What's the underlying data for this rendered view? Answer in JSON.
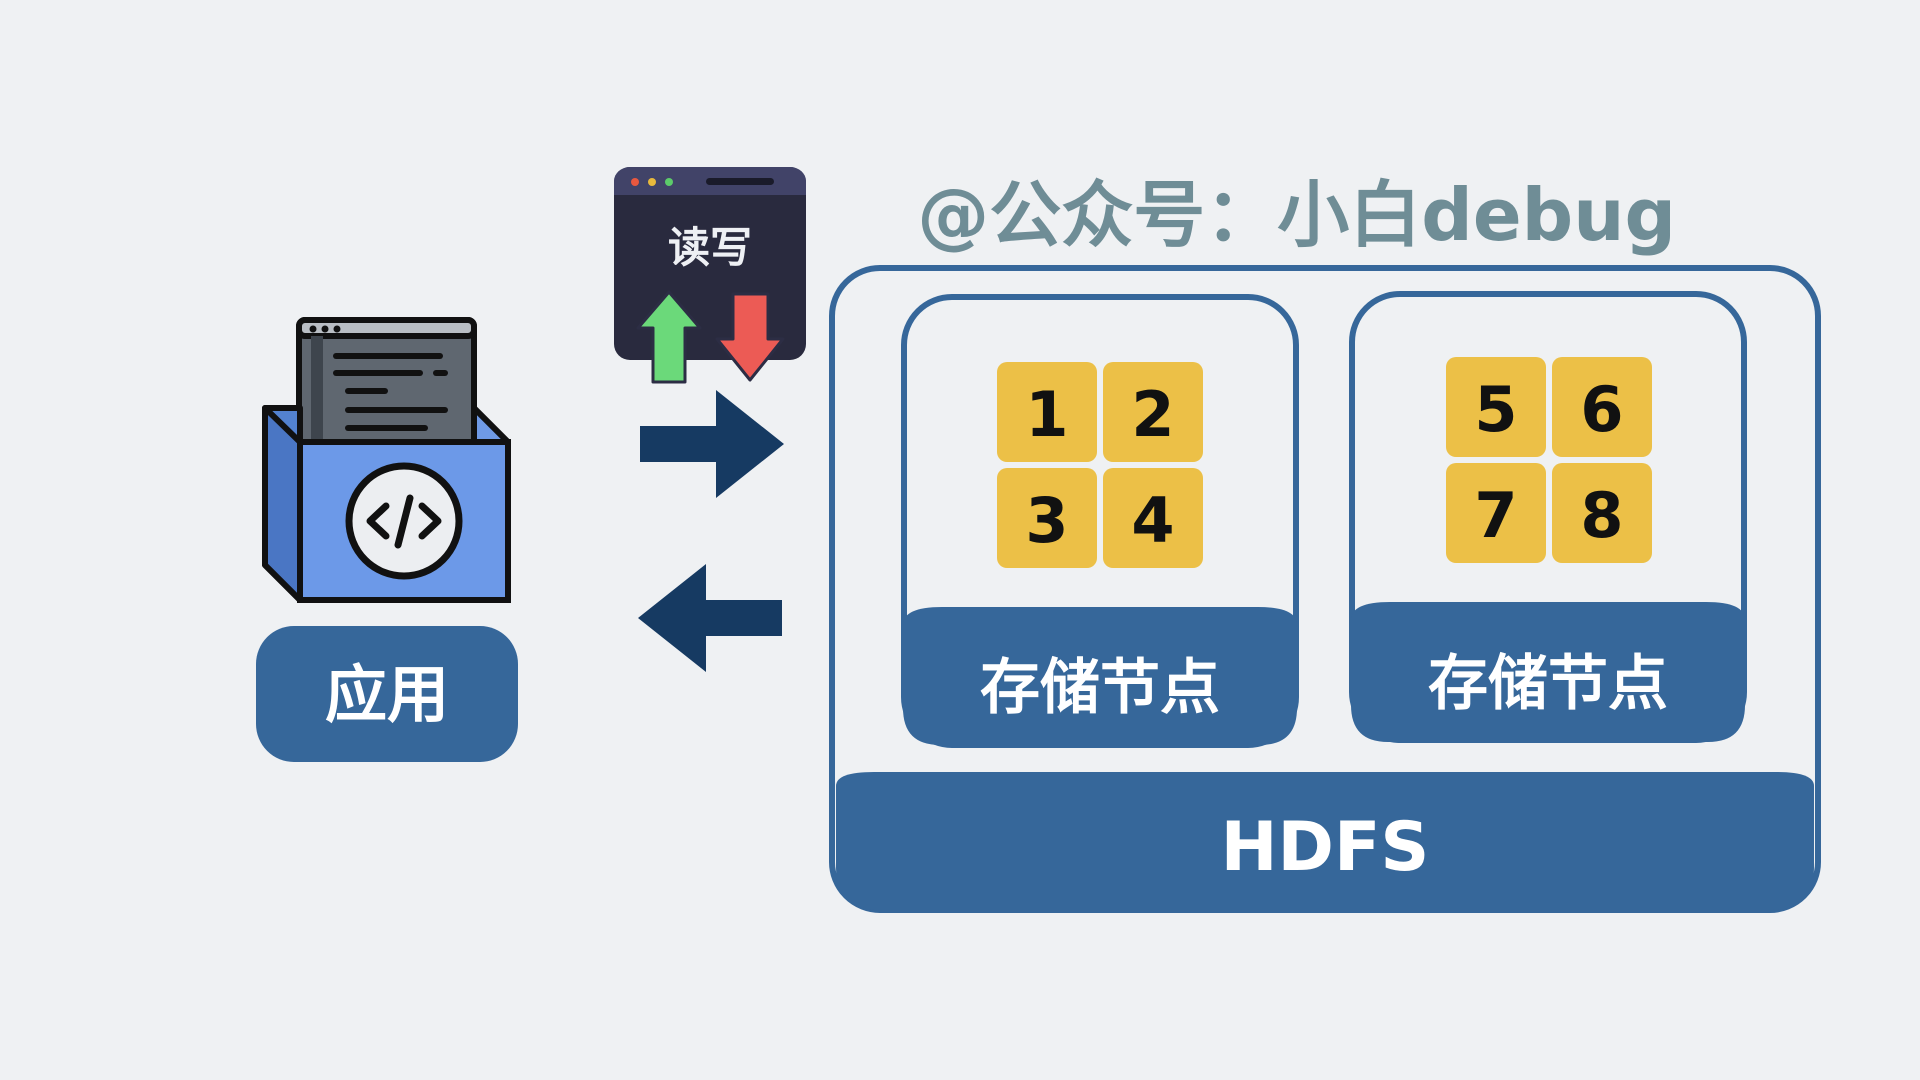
{
  "watermark": "@公众号：小白debug",
  "app": {
    "label": "应用",
    "icon": "code-box-icon"
  },
  "rw": {
    "label": "读写",
    "icon": "browser-window-icon"
  },
  "hdfs": {
    "label": "HDFS",
    "nodes": [
      {
        "label": "存储节点",
        "blocks": [
          "1",
          "2",
          "3",
          "4"
        ]
      },
      {
        "label": "存储节点",
        "blocks": [
          "5",
          "6",
          "7",
          "8"
        ]
      }
    ]
  },
  "colors": {
    "background": "#eff1f3",
    "hdfs_blue": "#36679a",
    "arrow_navy": "#163a62",
    "block_yellow": "#ecc047",
    "watermark": "#6f8d96",
    "up_arrow": "#6bd97a",
    "down_arrow": "#ec5b55"
  }
}
